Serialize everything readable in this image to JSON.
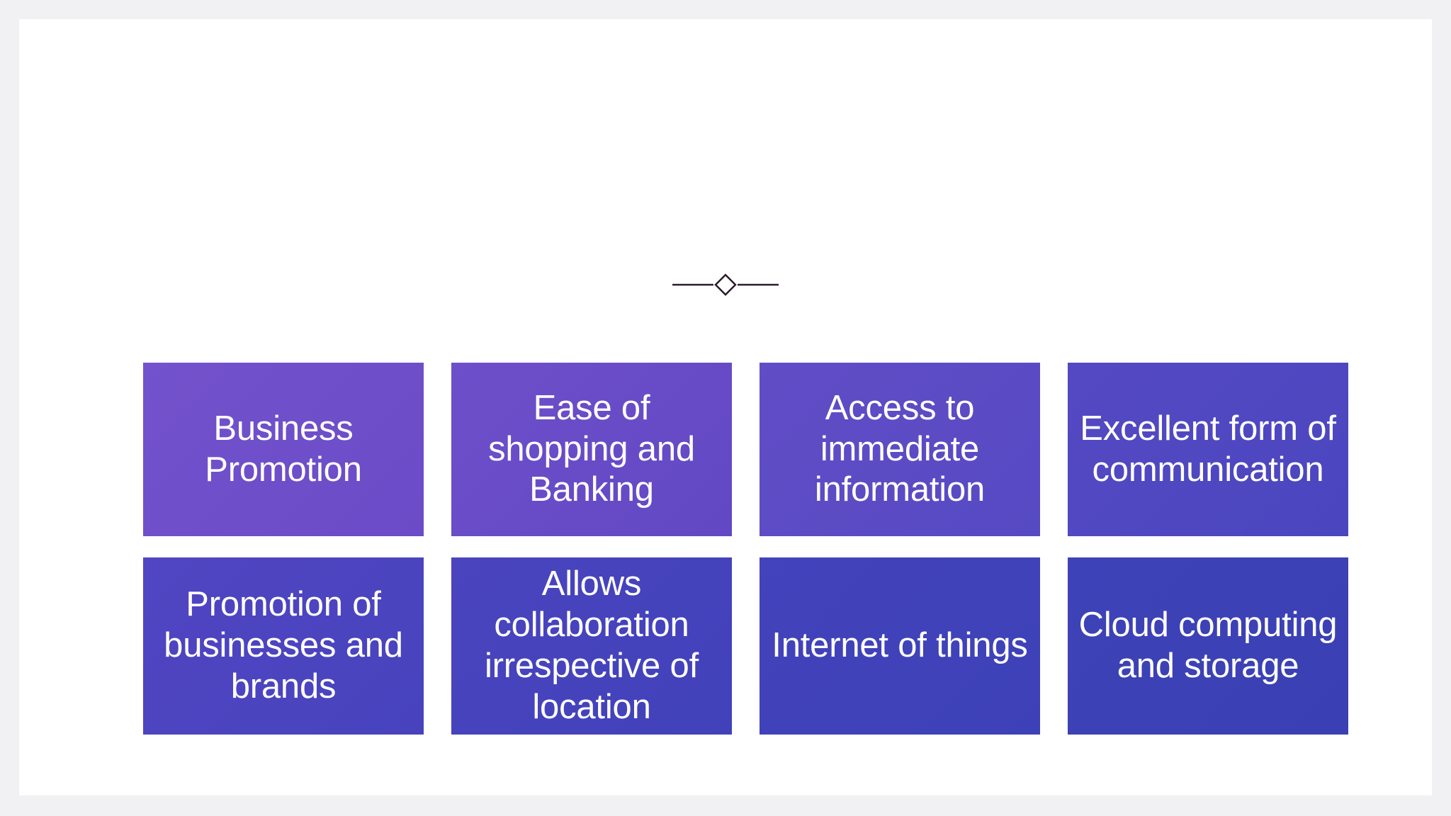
{
  "slide": {
    "background_color": "#f1f1f3",
    "card_color": "#ffffff",
    "divider": {
      "name": "diamond-divider",
      "line_color": "#2b1b2b",
      "shape": "diamond"
    },
    "boxes": [
      {
        "label": "Business Promotion",
        "color": "#7352cc"
      },
      {
        "label": "Ease of shopping and Banking",
        "color": "#6e4fca"
      },
      {
        "label": "Access to immediate information",
        "color": "#614dc6"
      },
      {
        "label": "Excellent form of communication",
        "color": "#5549c3"
      },
      {
        "label": "Promotion of businesses and brands",
        "color": "#5145c2"
      },
      {
        "label": "Allows collaboration irrespective of location",
        "color": "#4a44bf"
      },
      {
        "label": "Internet of things",
        "color": "#4343bc"
      },
      {
        "label": "Cloud computing and storage",
        "color": "#3e42b8"
      }
    ]
  }
}
